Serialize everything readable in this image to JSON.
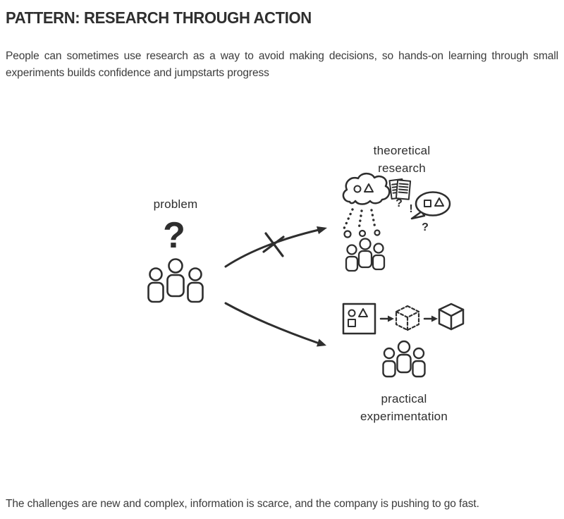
{
  "page": {
    "title": "PATTERN: RESEARCH THROUGH ACTION",
    "intro": "People can sometimes use research as a way to avoid making decisions, so hands-on learning through small experiments builds confidence and jumpstarts progress",
    "footer": "The challenges are new and complex, information is scarce, and the company is pushing to go fast."
  },
  "diagram": {
    "problem": {
      "label": "problem",
      "glyph": "?"
    },
    "theoretical": {
      "label_line1": "theoretical",
      "label_line2": "research",
      "marks": {
        "q1": "?",
        "bang": "!",
        "q2": "?"
      }
    },
    "practical": {
      "label_line1": "practical",
      "label_line2": "experimentation"
    },
    "colors": {
      "ink": "#2e2e2e",
      "background": "#ffffff"
    }
  }
}
